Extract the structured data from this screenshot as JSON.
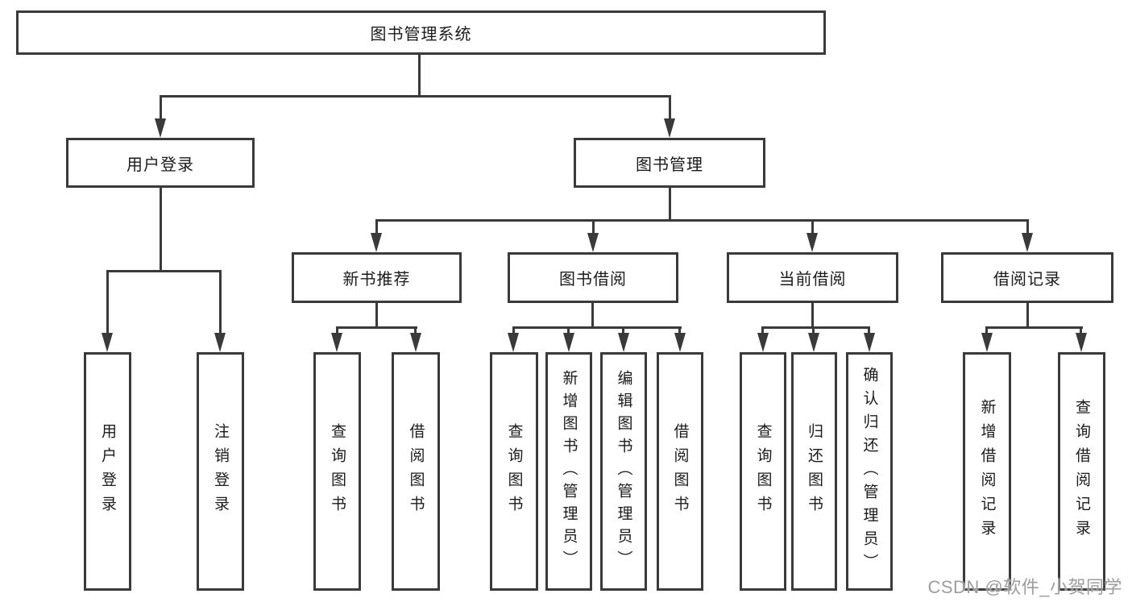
{
  "diagram": {
    "title": "图书管理系统",
    "root": {
      "label": "图书管理系统"
    },
    "level2": [
      {
        "label": "用户登录"
      },
      {
        "label": "图书管理"
      }
    ],
    "level3": [
      {
        "label": "新书推荐",
        "parent": "图书管理"
      },
      {
        "label": "图书借阅",
        "parent": "图书管理"
      },
      {
        "label": "当前借阅",
        "parent": "图书管理"
      },
      {
        "label": "借阅记录",
        "parent": "图书管理"
      }
    ],
    "leaves": [
      {
        "label": "用户登录",
        "parent": "用户登录"
      },
      {
        "label": "注销登录",
        "parent": "用户登录"
      },
      {
        "label": "查询图书",
        "parent": "新书推荐"
      },
      {
        "label": "借阅图书",
        "parent": "新书推荐"
      },
      {
        "label": "查询图书",
        "parent": "图书借阅"
      },
      {
        "label": "新增图书（管理员）",
        "parent": "图书借阅"
      },
      {
        "label": "编辑图书（管理员）",
        "parent": "图书借阅"
      },
      {
        "label": "借阅图书",
        "parent": "图书借阅"
      },
      {
        "label": "查询图书",
        "parent": "当前借阅"
      },
      {
        "label": "归还图书",
        "parent": "当前借阅"
      },
      {
        "label": "确认归还（管理员）",
        "parent": "当前借阅"
      },
      {
        "label": "新增借阅记录",
        "parent": "借阅记录"
      },
      {
        "label": "查询借阅记录",
        "parent": "借阅记录"
      }
    ]
  },
  "watermark": {
    "text": "CSDN @软件_小贺同学"
  },
  "colors": {
    "line": "#3a3a3a",
    "text": "#1b1b1b",
    "watermark_text": "#9d9d9d",
    "background": "#ffffff"
  }
}
